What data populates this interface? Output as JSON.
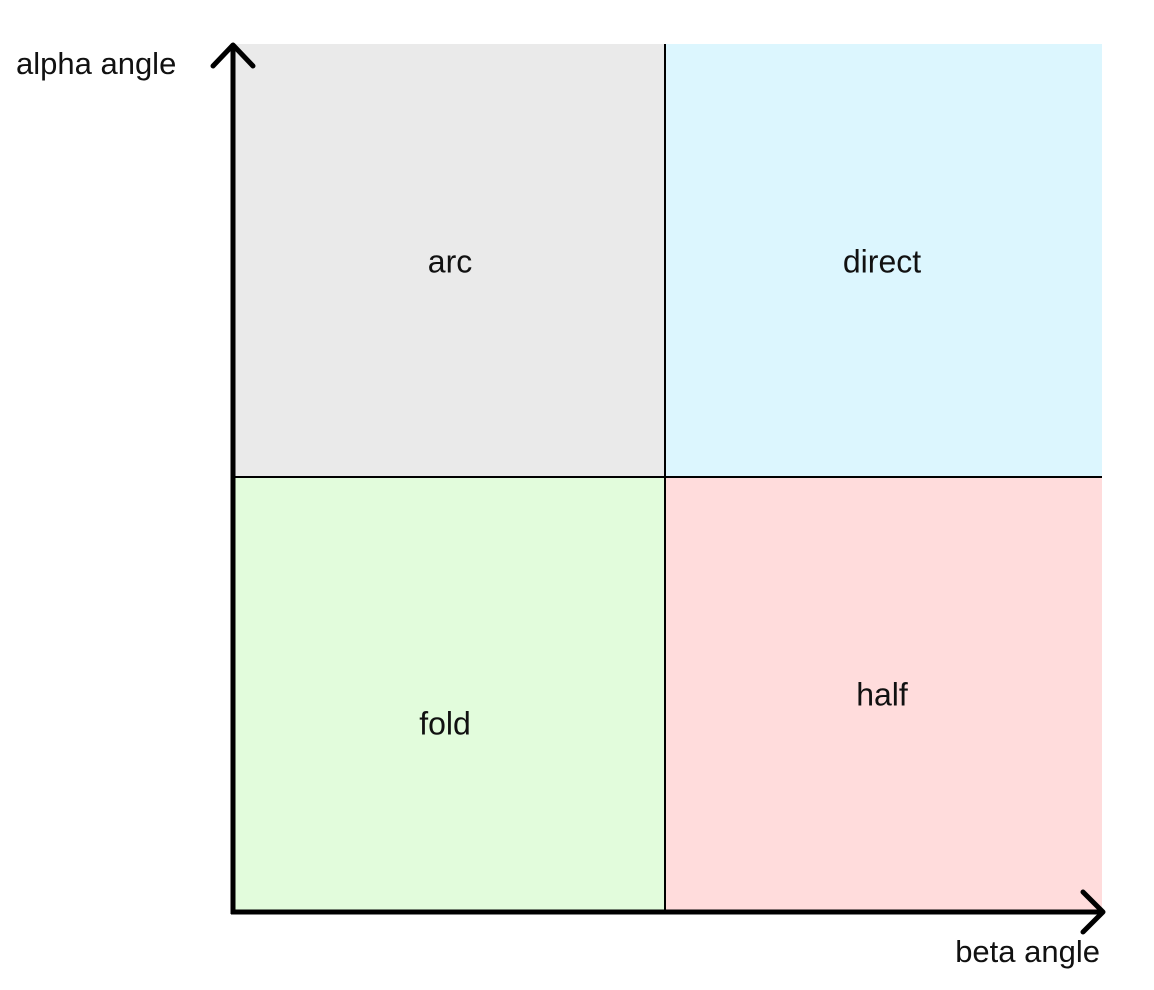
{
  "diagram": {
    "quadrants": {
      "top_left": {
        "label": "arc",
        "color": "#eaeaea"
      },
      "top_right": {
        "label": "direct",
        "color": "#dcf6fe"
      },
      "bottom_left": {
        "label": "fold",
        "color": "#e2fcdc"
      },
      "bottom_right": {
        "label": "half",
        "color": "#ffdcdc"
      }
    },
    "y_axis_label": "alpha angle",
    "x_axis_label": "beta angle",
    "line_color": "#000000"
  }
}
